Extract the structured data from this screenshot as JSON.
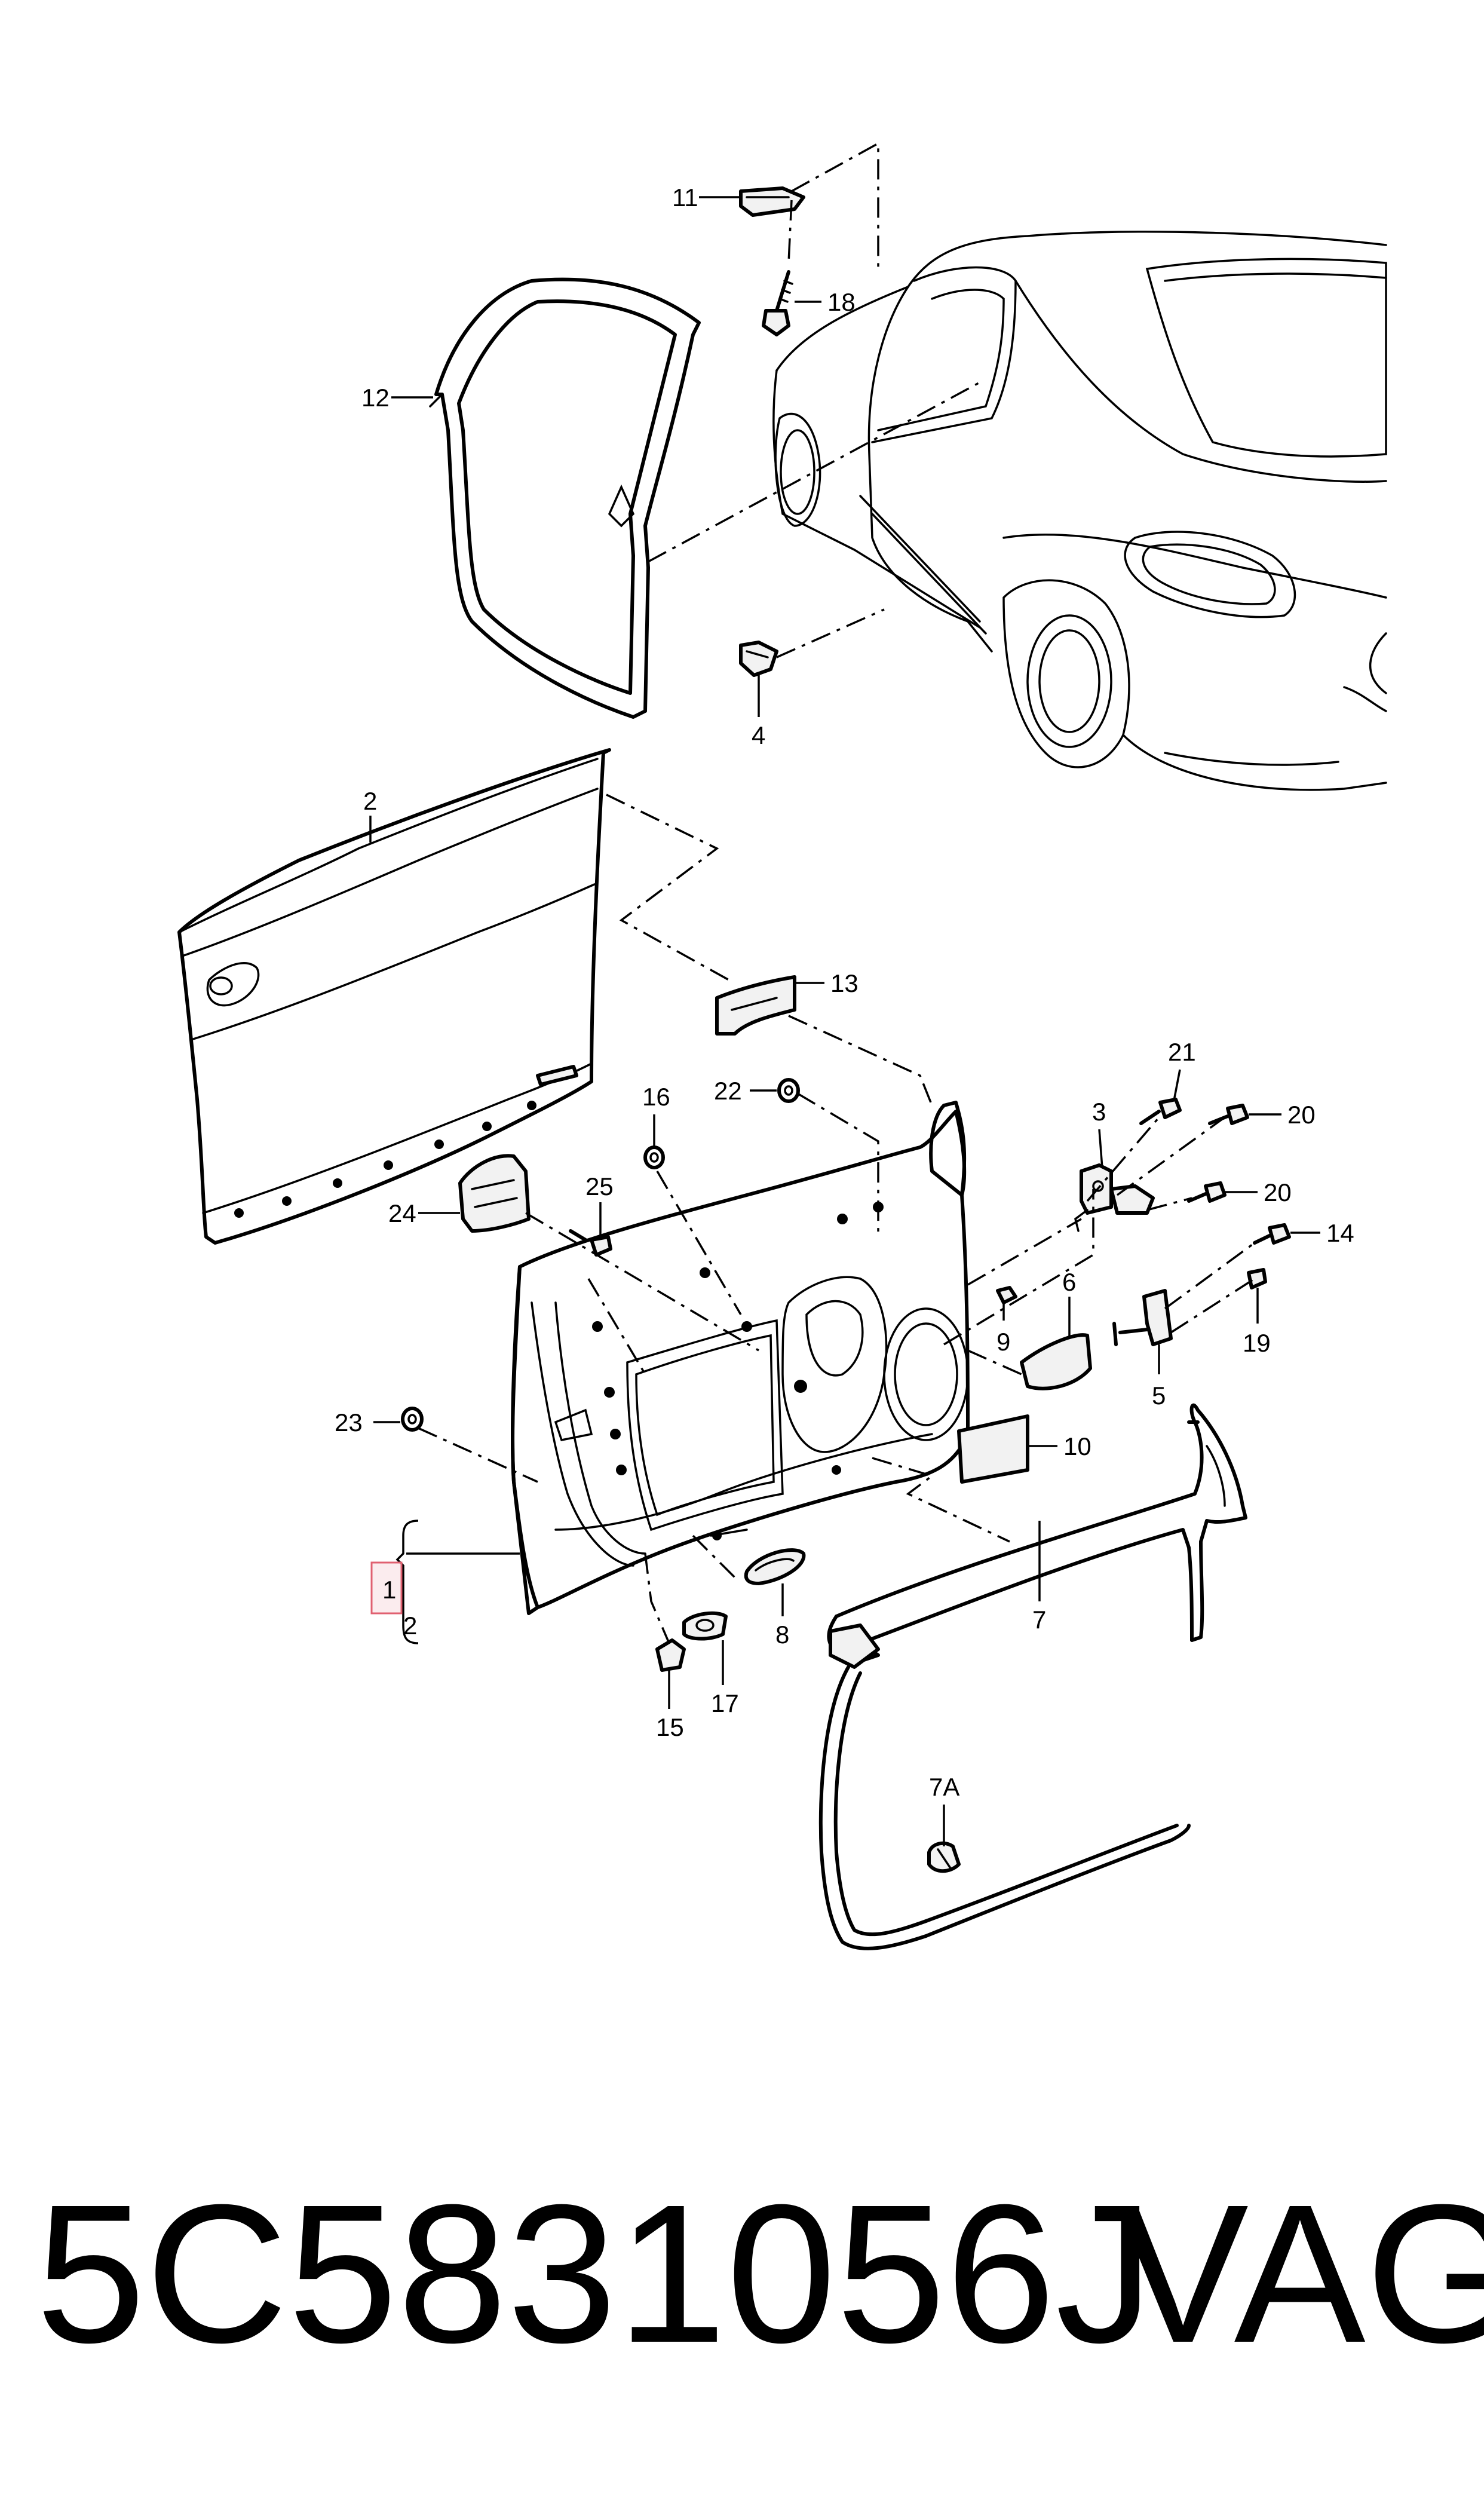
{
  "labels": {
    "p1": "1",
    "p2a": "2",
    "p2b": "2",
    "p3": "3",
    "p4": "4",
    "p5": "5",
    "p6": "6",
    "p7": "7",
    "p7a": "7A",
    "p8": "8",
    "p9": "9",
    "p10": "10",
    "p11": "11",
    "p12": "12",
    "p13": "13",
    "p14": "14",
    "p15": "15",
    "p16": "16",
    "p17": "17",
    "p18": "18",
    "p19": "19",
    "p20a": "20",
    "p20b": "20",
    "p21": "21",
    "p22": "22",
    "p23": "23",
    "p24": "24",
    "p25": "25"
  },
  "footer": {
    "part_number": "5C5831056J",
    "brand": "VAG"
  },
  "colors": {
    "highlight_box": "#e06070",
    "line": "#000000",
    "background": "#ffffff"
  }
}
